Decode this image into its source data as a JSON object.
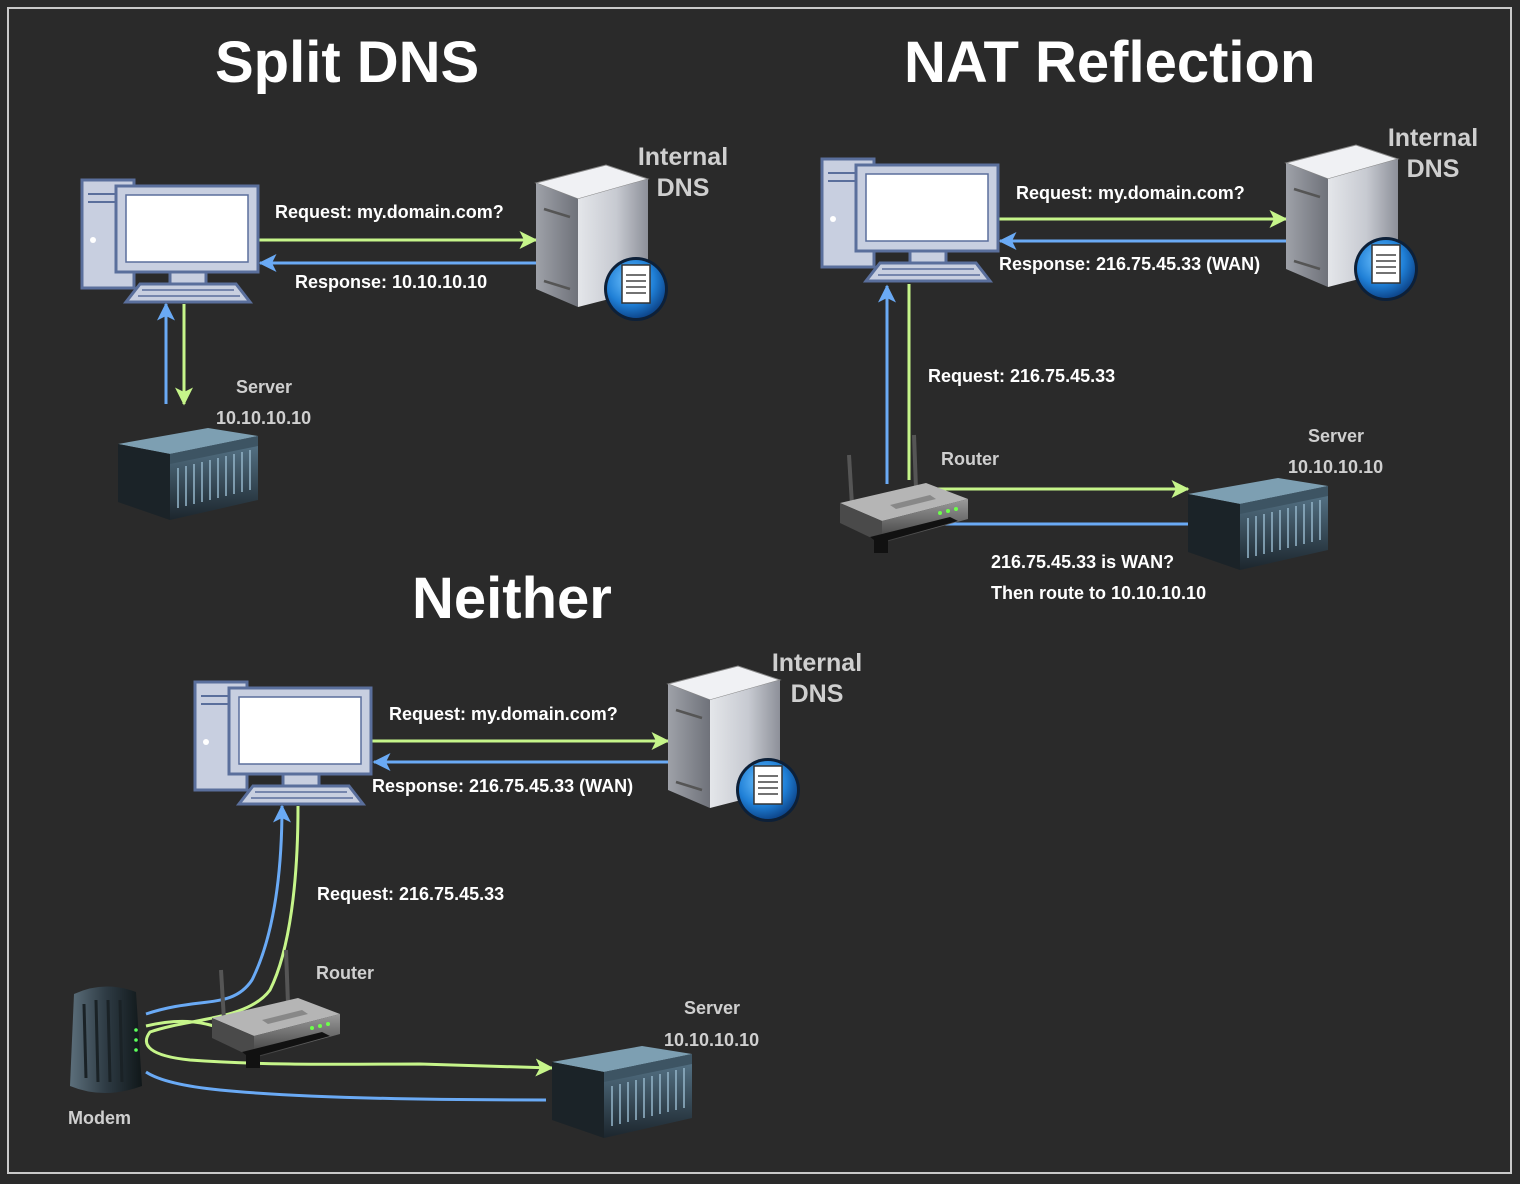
{
  "colors": {
    "background": "#2a2a2a",
    "request_arrow": "#c6f58a",
    "response_arrow": "#6aaaf5",
    "title_text": "#ffffff",
    "device_label": "#cfcfcf"
  },
  "icons": {
    "client": "desktop-computer-icon",
    "dns": "dns-server-icon",
    "server": "rack-server-icon",
    "router": "wireless-router-icon",
    "modem": "cable-modem-icon"
  },
  "split_dns": {
    "title": "Split DNS",
    "request_label": "Request: my.domain.com?",
    "response_label": "Response: 10.10.10.10",
    "dns_label_line1": "Internal",
    "dns_label_line2": "DNS",
    "server_label": "Server",
    "server_ip": "10.10.10.10"
  },
  "nat_reflection": {
    "title": "NAT Reflection",
    "request_label": "Request: my.domain.com?",
    "response_label": "Response: 216.75.45.33 (WAN)",
    "dns_label_line1": "Internal",
    "dns_label_line2": "DNS",
    "wan_request_label": "Request: 216.75.45.33",
    "router_label": "Router",
    "server_label": "Server",
    "server_ip": "10.10.10.10",
    "note_line1": "216.75.45.33 is WAN?",
    "note_line2": "Then route to 10.10.10.10"
  },
  "neither": {
    "title": "Neither",
    "request_label": "Request: my.domain.com?",
    "response_label": "Response: 216.75.45.33 (WAN)",
    "dns_label_line1": "Internal",
    "dns_label_line2": "DNS",
    "wan_request_label": "Request: 216.75.45.33",
    "router_label": "Router",
    "server_label": "Server",
    "server_ip": "10.10.10.10",
    "modem_label": "Modem"
  }
}
